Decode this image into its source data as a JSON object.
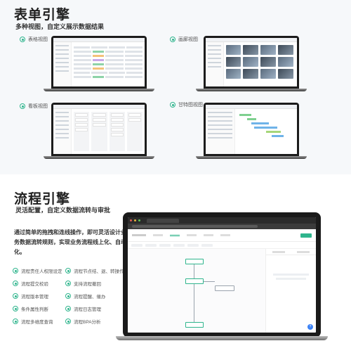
{
  "form_engine": {
    "title": "表单引擎",
    "subtitle": "多种视图，自定义展示数据结果",
    "views": [
      {
        "label": "表格视图"
      },
      {
        "label": "画廊视图"
      },
      {
        "label": "看板视图"
      },
      {
        "label": "甘特图视图"
      }
    ]
  },
  "flow_engine": {
    "title": "流程引擎",
    "subtitle": "灵活配置，自定义数据流转与审批",
    "description": "通过简单的拖拽和连线操作，即可灵活设计业务数据流转规则，实现业务流程线上化、自动化。",
    "features": [
      {
        "label": "流程责任人权限设定"
      },
      {
        "label": "流程节点结、退、转操作"
      },
      {
        "label": "流程提交校验"
      },
      {
        "label": "支持流程撤回"
      },
      {
        "label": "流程版本管理"
      },
      {
        "label": "流程提醒、催办"
      },
      {
        "label": "条件属性判断"
      },
      {
        "label": "流程日志管理"
      },
      {
        "label": "流程多维度查询"
      },
      {
        "label": "流程BPA分析"
      }
    ]
  },
  "colors": {
    "accent": "#2fb58d"
  },
  "icons": {
    "feature_bullet": "circle-dot-icon"
  }
}
